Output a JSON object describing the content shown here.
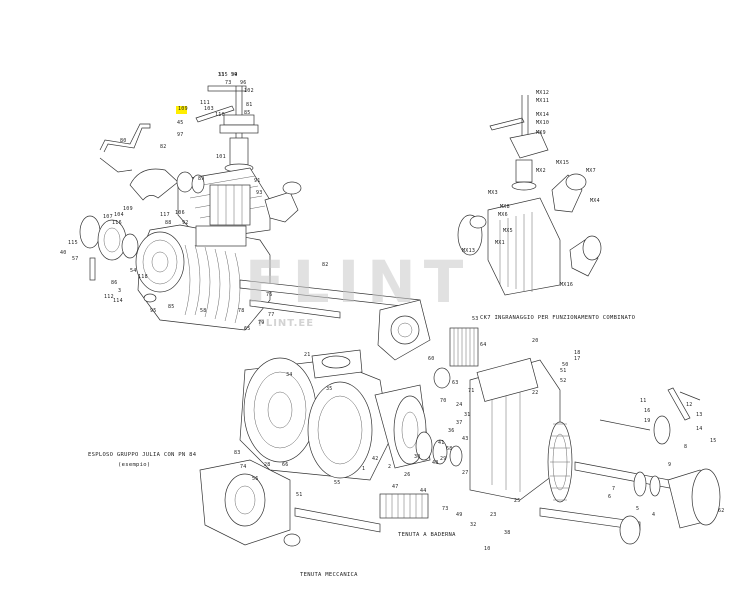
{
  "captions": {
    "combined_drive": "CK7  INGRANAGGIO PER FUNZIONAMENTO COMBINATO",
    "explode_title": "ESPLOSO GRUPPO JULIA CON PN 84",
    "explode_sub": "(esempio)",
    "mechanical_seal": "TENUTA MECCANICA",
    "packing_seal": "TENUTA A BADERNA"
  },
  "watermark": {
    "brand": "FLINT",
    "site": "FLINT.EE"
  },
  "highlight": {
    "label": "109",
    "color": "#ffee00"
  },
  "part_labels": [
    "115",
    "94",
    "73",
    "96",
    "102",
    "111",
    "103",
    "110",
    "45",
    "97",
    "80",
    "82",
    "81",
    "85",
    "101",
    "89",
    "91",
    "93",
    "117",
    "106",
    "92",
    "88",
    "109",
    "104",
    "107",
    "116",
    "115",
    "40",
    "57",
    "54",
    "118",
    "86",
    "3",
    "112",
    "114",
    "95",
    "85",
    "58",
    "76",
    "78",
    "77",
    "79",
    "65",
    "82",
    "MX12",
    "MX11",
    "MX14",
    "MX10",
    "MX9",
    "MX15",
    "MX2",
    "MX3",
    "MX8",
    "MX6",
    "MX5",
    "MX7",
    "MX4",
    "MX1",
    "MX13",
    "MX16",
    "20",
    "18",
    "17",
    "50",
    "51",
    "52",
    "53",
    "22",
    "24",
    "31",
    "37",
    "41",
    "36",
    "29",
    "27",
    "25",
    "23",
    "38",
    "10",
    "11",
    "16",
    "19",
    "12",
    "13",
    "14",
    "15",
    "8",
    "9",
    "7",
    "6",
    "5",
    "4",
    "62",
    "83",
    "74",
    "28",
    "66",
    "56",
    "55",
    "21",
    "34",
    "35",
    "42",
    "2",
    "1",
    "51",
    "73",
    "60",
    "63",
    "64",
    "71",
    "70",
    "68",
    "48",
    "43",
    "49",
    "44",
    "47",
    "26",
    "30",
    "32",
    "33",
    "39"
  ]
}
